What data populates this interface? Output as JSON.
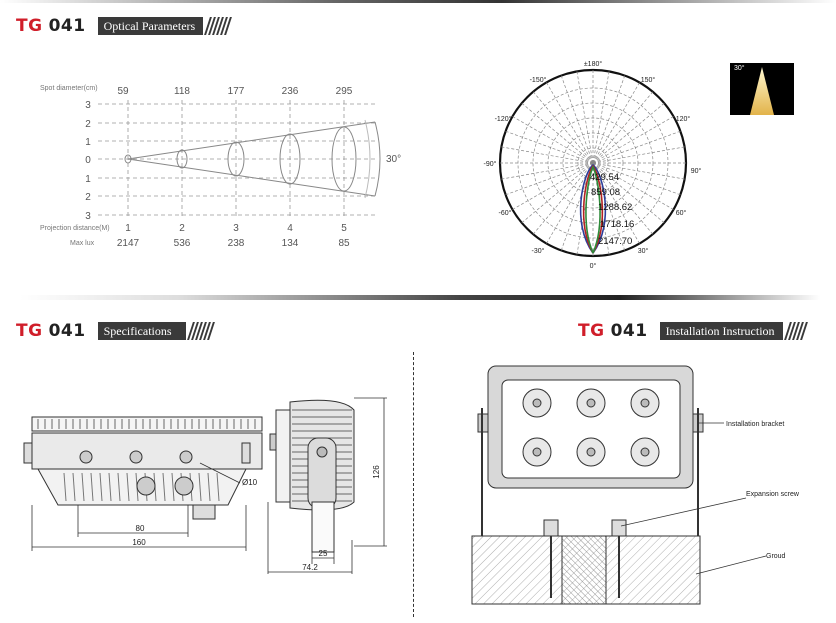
{
  "header": {
    "brand_a": "TG",
    "brand_b": "041"
  },
  "sections": {
    "optical": "Optical Parameters",
    "specs": "Specifications",
    "install": "Installation Instruction"
  },
  "optical": {
    "spot_label": "Spot diameter(cm)",
    "proj_label": "Projection distance(M)",
    "lux_label": "Max lux",
    "beam_angle": "30°",
    "spot_values": [
      "59",
      "118",
      "177",
      "236",
      "295"
    ],
    "distances": [
      "1",
      "2",
      "3",
      "4",
      "5"
    ],
    "lux_values": [
      "2147",
      "536",
      "238",
      "134",
      "85"
    ],
    "scale_labels": [
      "3",
      "2",
      "1",
      "0",
      "1",
      "2",
      "3"
    ]
  },
  "polar": {
    "angle_labels": {
      "top": "±180°",
      "tl": "-150°",
      "tr": "150°",
      "ul": "-120°",
      "ur": "120°",
      "l": "-90°",
      "r": "90°",
      "ll": "-60°",
      "lr": "60°",
      "bl": "-30°",
      "br": "30°",
      "bottom": "0°"
    },
    "ring_values": [
      "429.54",
      "859.08",
      "1288.62",
      "1718.16",
      "2147.70"
    ],
    "badge": "30°"
  },
  "specs": {
    "dim_80": "80",
    "dim_160": "160",
    "dim_phi10": "Ø10",
    "dim_126": "126",
    "dim_25": "25",
    "dim_742": "74.2"
  },
  "install": {
    "bracket": "Installation bracket",
    "screw": "Expansion screw",
    "ground": "Groud"
  }
}
